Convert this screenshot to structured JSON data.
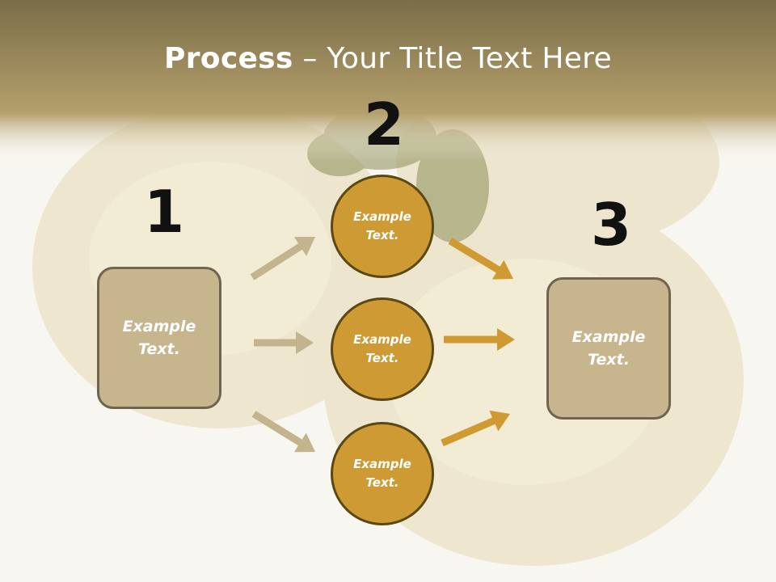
{
  "title": {
    "bold": "Process",
    "rest": " – Your Title Text Here"
  },
  "steps": {
    "one": "1",
    "two": "2",
    "three": "3"
  },
  "left_box": {
    "text": "Example\nText."
  },
  "right_box": {
    "text": "Example\nText."
  },
  "circles": [
    {
      "text": "Example\nText."
    },
    {
      "text": "Example\nText."
    },
    {
      "text": "Example\nText."
    }
  ],
  "colors": {
    "header_top": "#7b6d48",
    "header_mid": "#b4a06c",
    "box_fill": "#c6b58d",
    "box_border": "#6e6450",
    "circle_fill": "#cd9a34",
    "circle_border": "#5a4712",
    "arrow_light": "#c3b48e",
    "arrow_dark": "#d09a32"
  }
}
